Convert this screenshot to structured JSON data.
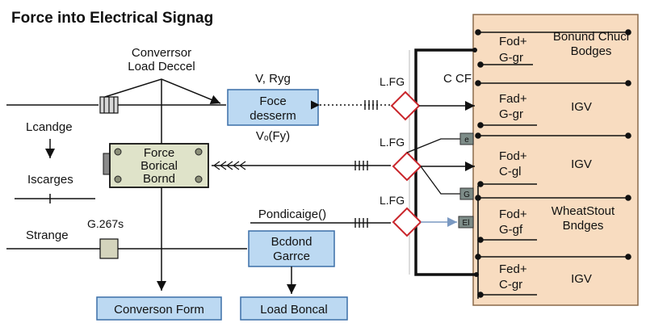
{
  "title": "Force into Electrical Signag",
  "colors": {
    "blue_fill": "#bcd9f2",
    "blue_stroke": "#3b6fa8",
    "panel_fill": "#f8dcc0",
    "panel_stroke": "#8a6a4a",
    "board_fill": "#dfe3c9",
    "diamond_stroke": "#c9252b",
    "line": "#111111",
    "gray_box": "#7d8c88"
  },
  "left": {
    "converter_label": "Converrsor",
    "load_label": "Load Deccel",
    "lcandge": "Lcandge",
    "iscarges": "Iscarges",
    "strange": "Strange",
    "g_value": "G.267s"
  },
  "blocks": {
    "force_desserm": {
      "line1": "Foce",
      "line2": "desserm"
    },
    "force_board": {
      "line1": "Force",
      "line2": "Borical",
      "line3": "Bornd"
    },
    "bcdond": {
      "line1": "Bcdond",
      "line2": "Garrce"
    },
    "conversion_form": "Converson Form",
    "load_boncal": "Load Boncal"
  },
  "signal_labels": {
    "v_ryg": "V, Ryg",
    "v_fy": "Vₒ(Fy)",
    "pondicaige": "Pondicaige()",
    "lfg": "L.FG",
    "ccf": "C CF"
  },
  "panel": {
    "rows": [
      {
        "left1": "Fod+",
        "left2": "G-gr",
        "right1": "Bonund Chucl",
        "right2": "Bodges"
      },
      {
        "left1": "Fad+",
        "left2": "G-gr",
        "right1": "IGV",
        "right2": ""
      },
      {
        "left1": "Fod+",
        "left2": "C-gl",
        "right1": "IGV",
        "right2": ""
      },
      {
        "left1": "Fod+",
        "left2": "G-gf",
        "right1": "WheatStout",
        "right2": "Bndges"
      },
      {
        "left1": "Fed+",
        "left2": "C-gr",
        "right1": "IGV",
        "right2": ""
      }
    ],
    "small_boxes": [
      "e",
      "G",
      "El"
    ]
  }
}
